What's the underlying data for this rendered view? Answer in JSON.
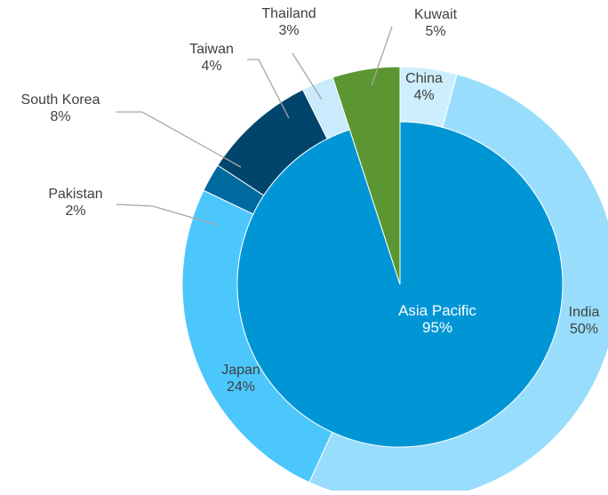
{
  "chart_data": {
    "type": "pie",
    "title": "",
    "inner": {
      "slices": [
        {
          "label": "Asia Pacific",
          "value": 95,
          "display": "95%",
          "color": "#0096D6"
        },
        {
          "label": "Kuwait",
          "value": 5,
          "display": "5%",
          "color": "#5B9632"
        }
      ]
    },
    "outer": {
      "slices": [
        {
          "label": "China",
          "value": 4,
          "display": "4%",
          "color": "#CDEEFC"
        },
        {
          "label": "India",
          "value": 50,
          "display": "50%",
          "color": "#99DDFC"
        },
        {
          "label": "Japan",
          "value": 24,
          "display": "24%",
          "color": "#4CC7FC"
        },
        {
          "label": "Pakistan",
          "value": 2,
          "display": "2%",
          "color": "#006A9E"
        },
        {
          "label": "South Korea",
          "value": 8,
          "display": "8%",
          "color": "#02456C"
        },
        {
          "label": "Taiwan",
          "value": 4,
          "display": "4%",
          "color": "#C9EBFB"
        },
        {
          "label": "Thailand",
          "value": 3,
          "display": "3%",
          "color": "#7A4318"
        }
      ]
    }
  }
}
